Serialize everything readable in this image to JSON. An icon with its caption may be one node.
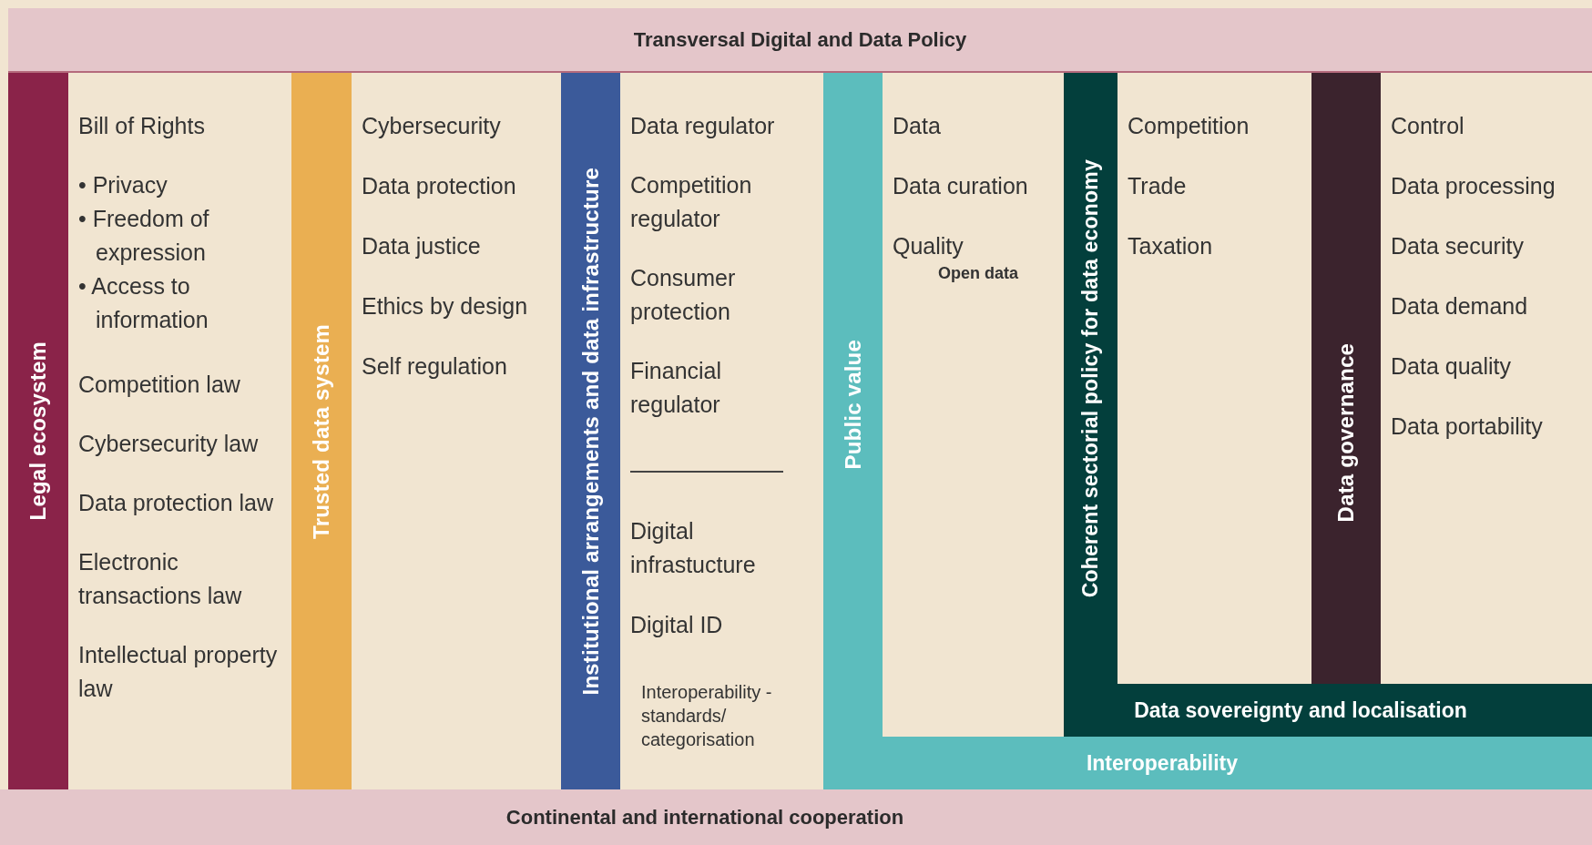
{
  "diagram": {
    "nodes": [
      {
        "text": [
          "Transversal Digital and Data Policy"
        ]
      },
      {
        "text": [
          "Legal ecosystem"
        ]
      },
      {
        "text": [
          "Bill of Rights",
          "• Privacy",
          "• Freedom of expression",
          "• Access to information",
          "Competition law",
          "Cybersecurity law",
          "Data protection law",
          "Electronic transactions law",
          "Intellectual property law"
        ]
      },
      {
        "text": [
          "Trusted data system"
        ]
      },
      {
        "text": [
          "Cybersecurity",
          "Data protection",
          "Data justice",
          "Ethics by design",
          "Self regulation"
        ]
      },
      {
        "text": [
          "Institutional arrangements and data infrastructure"
        ]
      },
      {
        "text": [
          "Data regulator",
          "Competition regulator",
          "Consumer protection",
          "Financial regulator",
          "Digital infrastucture",
          "Digital ID",
          "Interoperability - standards/ categorisation"
        ]
      },
      {
        "text": [
          "Public value"
        ]
      },
      {
        "text": [
          "Data",
          "Data curation",
          "Quality",
          "Open data"
        ]
      },
      {
        "text": [
          "Coherent sectorial policy for data economy"
        ]
      },
      {
        "text": [
          "Competition",
          "Trade",
          "Taxation"
        ]
      },
      {
        "text": [
          "Data governance"
        ]
      },
      {
        "text": [
          "Control",
          "Data processing",
          "Data security",
          "Data demand",
          "Data quality",
          "Data portability"
        ]
      },
      {
        "text": [
          "Data sovereignty and localisation"
        ]
      },
      {
        "text": [
          "Interoperability"
        ]
      },
      {
        "text": [
          "Continental and international cooperation"
        ]
      }
    ]
  }
}
